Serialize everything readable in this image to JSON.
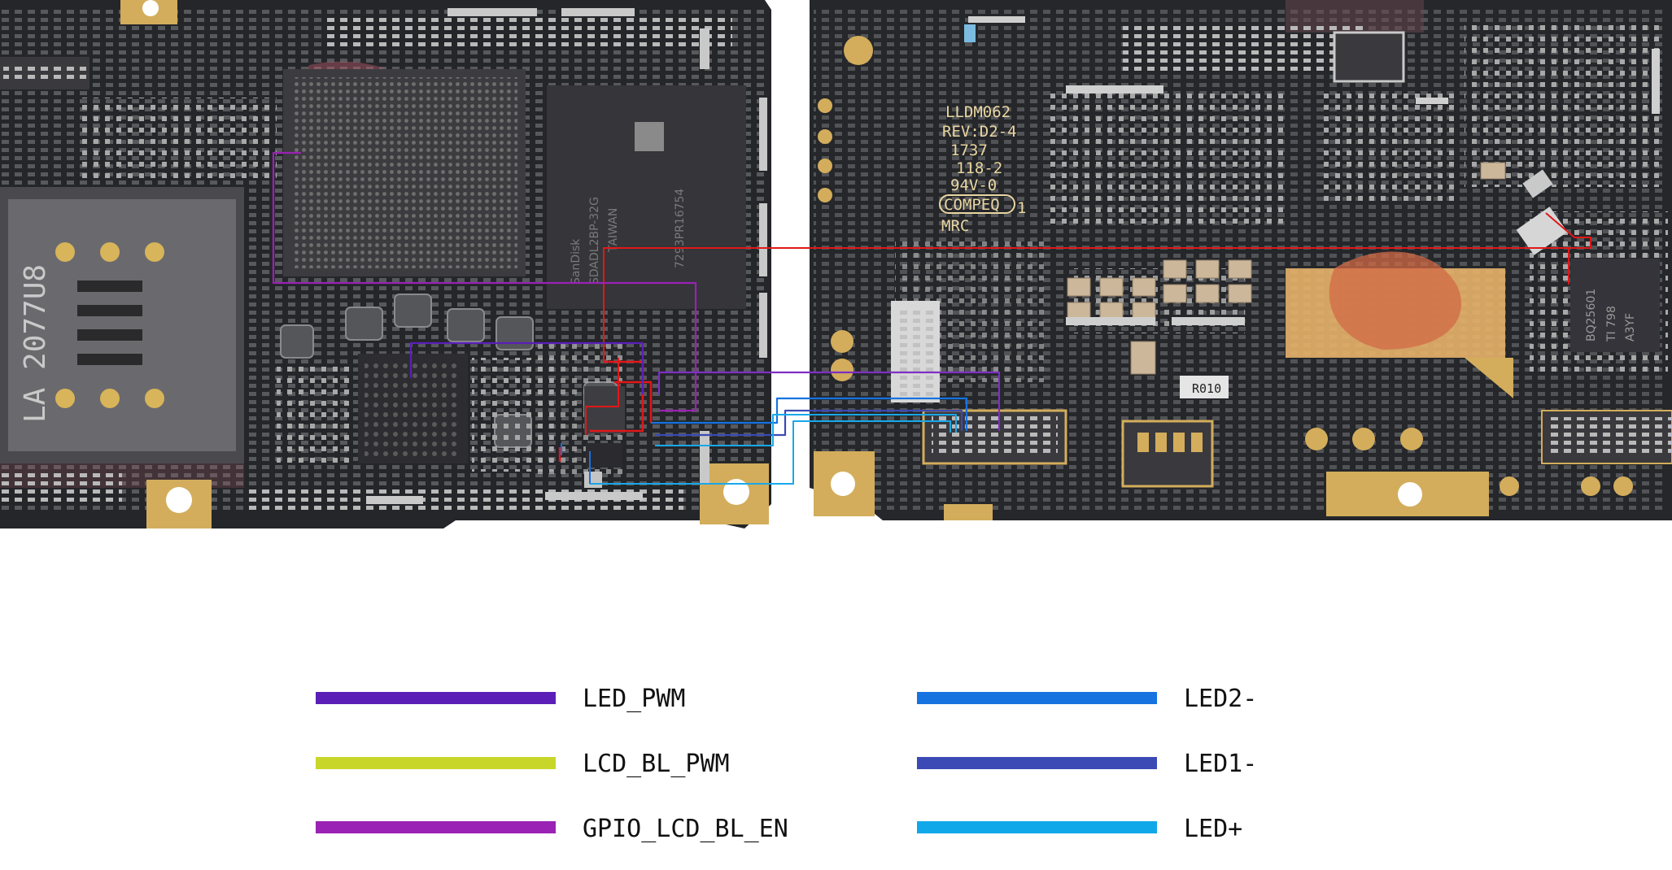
{
  "diagram": {
    "legend": [
      {
        "label": "LED_PWM",
        "color": "#5b1fb8"
      },
      {
        "label": "LCD_BL_PWM",
        "color": "#c8d62a"
      },
      {
        "label": "GPIO_LCD_BL_EN",
        "color": "#9a22b4"
      },
      {
        "label": "LED2-",
        "color": "#1673e0"
      },
      {
        "label": "LED1-",
        "color": "#3b4ab4"
      },
      {
        "label": "LED+",
        "color": "#10a8e8"
      }
    ],
    "board_markings": {
      "model": "LLDM062",
      "rev": "REV:D2-4",
      "date": "1737",
      "code1": "118-2",
      "code2": "94V-0",
      "vendor": "COMPEQ",
      "vendor_suffix": "1",
      "mrc": "MRC",
      "resistor": "R010",
      "sd_label": "LA 2077U8"
    },
    "chip_texts": {
      "sandisk1": "SanDisk",
      "sandisk2": "SDADL2BP-32G",
      "sandisk3": "TAIWAN",
      "sandisk4": "7293PR16754",
      "bq1": "BQ25601",
      "bq2": "TI 798",
      "bq3": "A3YF"
    },
    "trace_colors": {
      "red": "#e01818",
      "purple": "#7e2fc4",
      "blue": "#1a6fe0",
      "cyan": "#18a8e8"
    }
  }
}
